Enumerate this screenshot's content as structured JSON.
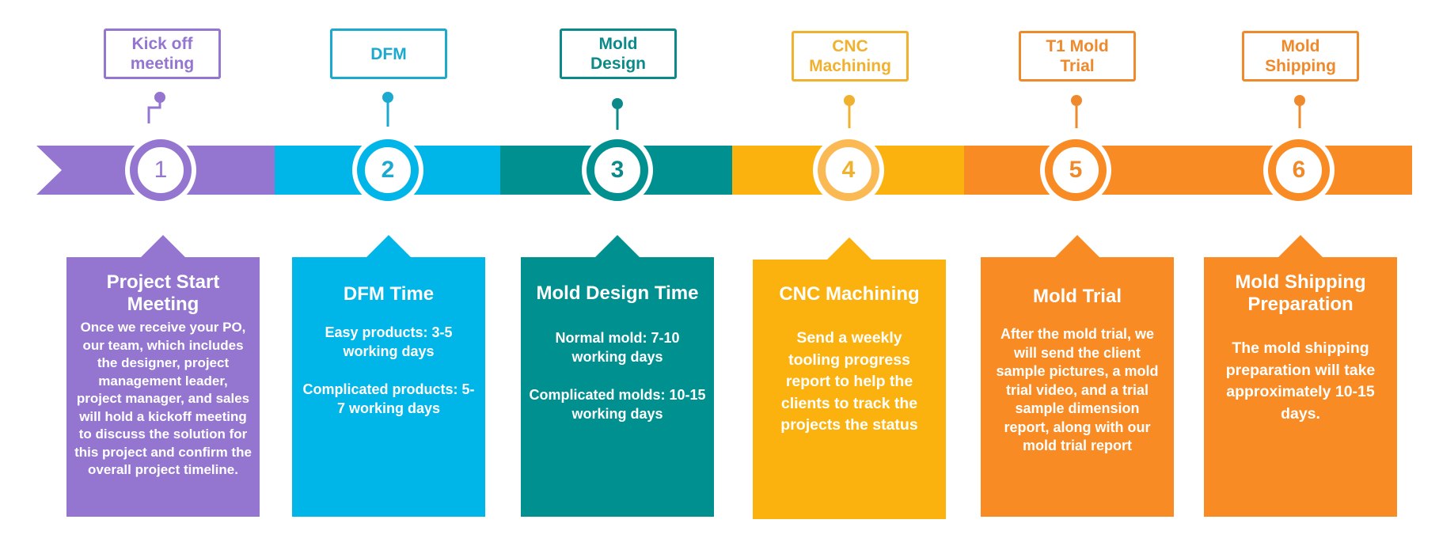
{
  "steps": [
    {
      "number": "1",
      "label": "Kick off\nmeeting",
      "title": "Project Start Meeting",
      "body": "Once we receive your PO, our team, which includes the designer, project management leader, project manager, and sales will hold a kickoff meeting to discuss the solution for this project and confirm the overall project timeline.",
      "color": "#9475cf",
      "line_color": "#9475cf"
    },
    {
      "number": "2",
      "label": "DFM",
      "title": "DFM Time",
      "body": "Easy products: 3-5 working days\n\nComplicated products: 5-7 working days",
      "color": "#00b5e8",
      "line_color": "#1ca9cf"
    },
    {
      "number": "3",
      "label": "Mold\nDesign",
      "title": "Mold Design Time",
      "body": "Normal mold: 7-10 working days\n\nComplicated molds: 10-15 working days",
      "color": "#009090",
      "line_color": "#0b8a89"
    },
    {
      "number": "4",
      "label": "CNC\nMachining",
      "title": "CNC Machining",
      "body": "Send a weekly tooling progress report to help the clients to track the projects the status",
      "color": "#fbb20f",
      "line_color": "#f0b12f"
    },
    {
      "number": "5",
      "label": "T1 Mold\nTrial",
      "title": "Mold Trial",
      "body": "After the mold trial, we will send the client sample pictures, a mold trial video, and a trial sample dimension report, along with our mold trial report",
      "color": "#f88b24",
      "line_color": "#ef8a2c"
    },
    {
      "number": "6",
      "label": "Mold\nShipping",
      "title": "Mold Shipping Preparation",
      "body": "The mold shipping preparation will take approximately 10-15 days.",
      "color": "#f88b24",
      "line_color": "#ef8a2c"
    }
  ]
}
